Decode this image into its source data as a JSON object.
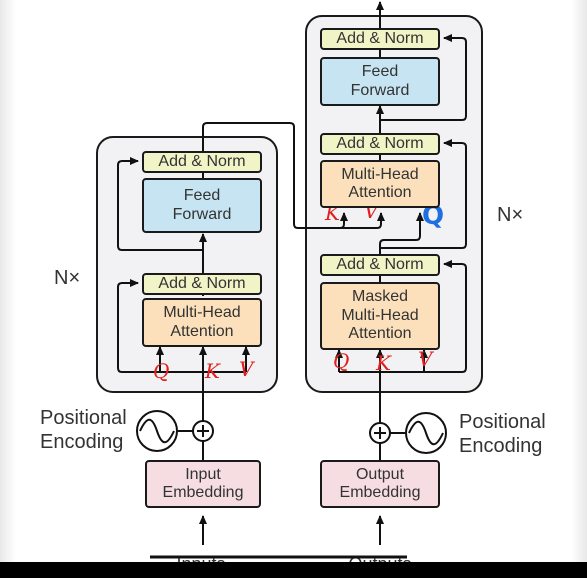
{
  "encoder": {
    "add_norm_top": "Add & Norm",
    "feed_forward": [
      "Feed",
      "Forward"
    ],
    "add_norm_bottom": "Add & Norm",
    "multi_head_attention": [
      "Multi-Head",
      "Attention"
    ],
    "repeat_label": "N×",
    "positional_encoding": [
      "Positional",
      "Encoding"
    ],
    "input_embedding": [
      "Input",
      "Embedding"
    ],
    "input_label": "Inputs"
  },
  "decoder": {
    "add_norm_top": "Add & Norm",
    "feed_forward": [
      "Feed",
      "Forward"
    ],
    "add_norm_mid": "Add & Norm",
    "multi_head_attention": [
      "Multi-Head",
      "Attention"
    ],
    "add_norm_bottom": "Add & Norm",
    "masked_multi_head_attention": [
      "Masked",
      "Multi-Head",
      "Attention"
    ],
    "repeat_label": "N×",
    "positional_encoding": [
      "Positional",
      "Encoding"
    ],
    "output_embedding": [
      "Output",
      "Embedding"
    ],
    "output_label": "Outputs"
  },
  "annotations": {
    "encoder_attention_inputs": [
      "Q",
      "K",
      "V"
    ],
    "decoder_cross_attention_inputs": [
      "K",
      "V",
      "Q"
    ],
    "decoder_masked_attention_inputs": [
      "Q",
      "K",
      "V"
    ]
  },
  "colors": {
    "stack_bg": "#f2f2f4",
    "add_norm": "#f0f4c6",
    "feed_forward": "#c6e4f2",
    "attention": "#fbe0bb",
    "embedding": "#f5dde1",
    "handwriting_red": "#e02020",
    "handwriting_blue": "#1f6fe0"
  }
}
